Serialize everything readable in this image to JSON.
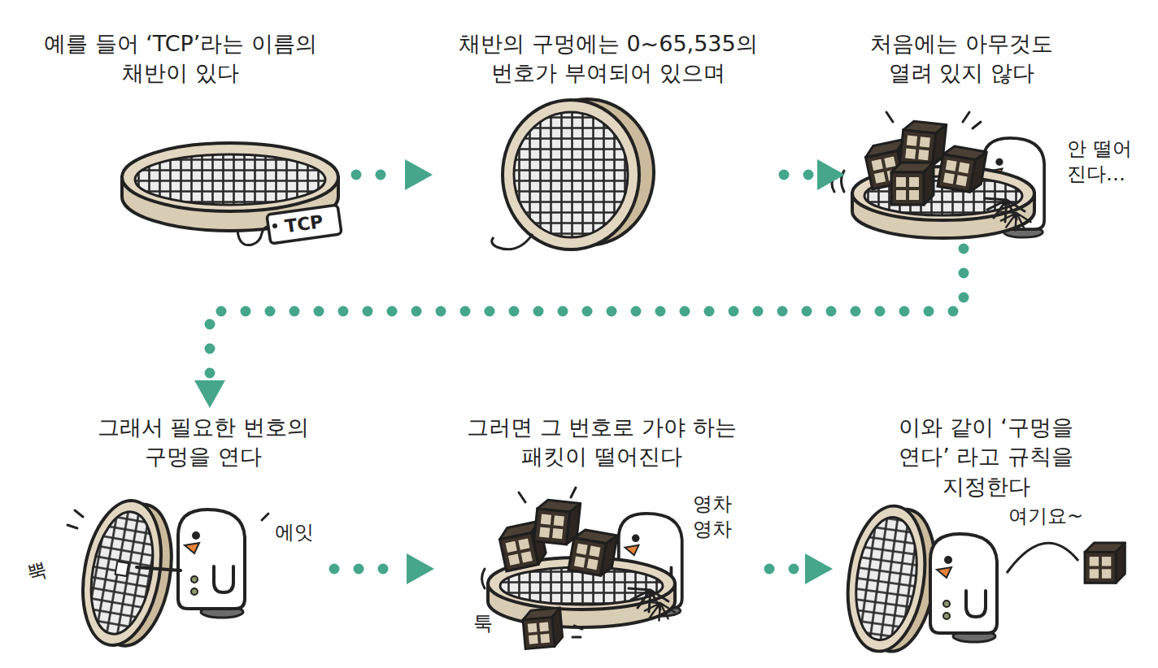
{
  "diagram": {
    "nodes": [
      {
        "text": [
          "예를 들어 ‘TCP’라는 이름의 채반이 있다"
        ]
      },
      {
        "text": [
          "채반의 구멍에는 0~65,535의 번호가 부여되어 있으며"
        ]
      },
      {
        "text": [
          "처음에는 아무것도 열려 있지 않다"
        ]
      },
      {
        "text": [
          "그래서 필요한 번호의 구멍을 연다"
        ]
      },
      {
        "text": [
          "그러면 그 번호로 가야 하는 패킷이 떨어진다"
        ]
      },
      {
        "text": [
          "이와 같이 ‘구멍을 연다’ 라고 규칙을 지정한다"
        ]
      }
    ],
    "edges": [
      {
        "from": 0,
        "to": 1,
        "arrow": "to"
      },
      {
        "from": 1,
        "to": 2,
        "arrow": "to"
      },
      {
        "from": 2,
        "to": 3,
        "arrow": "to"
      },
      {
        "from": 3,
        "to": 4,
        "arrow": "to"
      },
      {
        "from": 4,
        "to": 5,
        "arrow": "to"
      }
    ],
    "labels": [
      "TCP",
      "안 떨어 진다…",
      "뿍",
      "에잇",
      "영차 영차",
      "툭",
      "여기요~"
    ]
  }
}
